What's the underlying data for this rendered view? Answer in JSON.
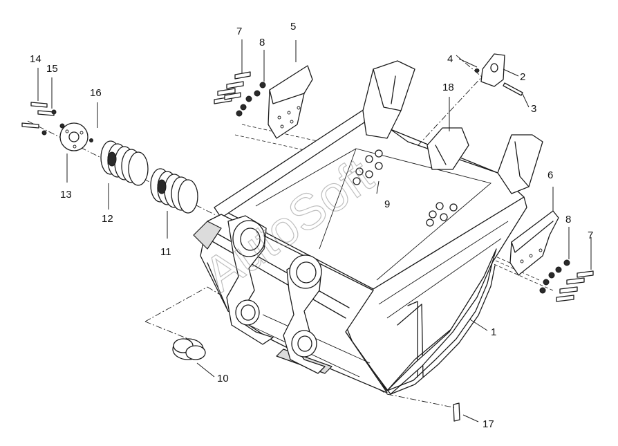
{
  "watermark": "AutoSoft",
  "callouts": [
    "1",
    "2",
    "3",
    "4",
    "5",
    "6",
    "7",
    "8",
    "9",
    "10",
    "11",
    "12",
    "13",
    "14",
    "15",
    "16",
    "17",
    "18",
    "7",
    "8"
  ]
}
